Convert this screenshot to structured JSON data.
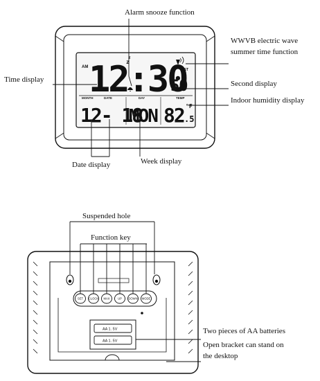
{
  "front": {
    "labels": {
      "alarm_snooze": "Alarm snooze function",
      "wwvb_line1": "WWVB electric wave",
      "wwvb_line2": "summer time function",
      "time_display": "Time display",
      "second_display": "Second display",
      "humidity_display": "Indoor humidity display",
      "date_display": "Date display",
      "week_display": "Week display"
    },
    "lcd": {
      "ampm": "AM",
      "time": "12:30",
      "seconds": "50",
      "date": "12- 18",
      "day": "MON",
      "temp": "82",
      "temp_decimal": ".5",
      "temp_unit": "°F",
      "month_tag": "MONTH",
      "date_tag": "DATE",
      "day_tag": "DAY",
      "temp_tag": "TEMP",
      "snooze_glyph": "z",
      "snooze_glyph2": "z"
    }
  },
  "back": {
    "labels": {
      "suspended_hole": "Suspended hole",
      "function_key": "Function key",
      "batteries": "Two pieces of AA batteries",
      "bracket_line1": "Open bracket can stand on",
      "bracket_line2": "the desktop"
    },
    "keys": [
      "SET",
      "CLOCK",
      "MAX",
      "UP",
      "DOWN",
      "MODE"
    ],
    "battery_1": "AA 1. 5V",
    "battery_2": "AA 1. 5V"
  }
}
